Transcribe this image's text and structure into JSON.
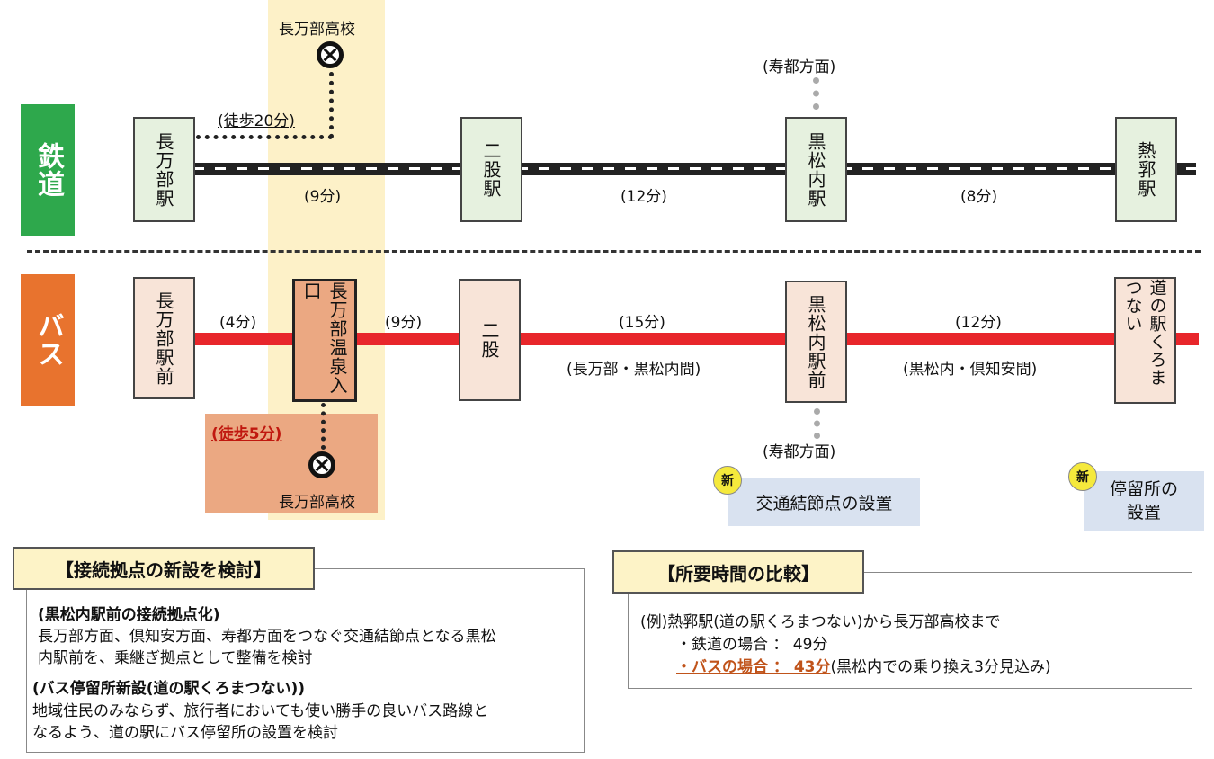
{
  "rail": {
    "category": "鉄道",
    "stations": [
      "長万部駅",
      "二股駅",
      "黒松内駅",
      "熱郛駅"
    ],
    "times": [
      "(9分)",
      "(12分)",
      "(8分)"
    ],
    "walk_label": "(徒歩20分)",
    "school_label": "長万部高校",
    "direction_label": "(寿都方面)"
  },
  "bus": {
    "category": "バス",
    "stops": [
      "長万部駅前",
      "長万部温泉入口",
      "二股",
      "黒松内駅前",
      "道の駅くろまつない"
    ],
    "times": [
      "(4分)",
      "(9分)",
      "(15分)",
      "(12分)"
    ],
    "sections": [
      "(長万部・黒松内間)",
      "(黒松内・倶知安間)"
    ],
    "walk_label": "(徒歩5分)",
    "school_label": "長万部高校",
    "direction_label": "(寿都方面)"
  },
  "new_items": {
    "badge": "新",
    "node_label": "交通結節点の設置",
    "stop_label_1": "停留所の",
    "stop_label_2": "設置"
  },
  "left_panel": {
    "title": "【接続拠点の新設を検討】",
    "h1": "(黒松内駅前の接続拠点化)",
    "p1a": "長万部方面、倶知安方面、寿都方面をつなぐ交通結節点となる黒松",
    "p1b": "内駅前を、乗継ぎ拠点として整備を検討",
    "h2": "(バス停留所新設(道の駅くろまつない))",
    "p2a": "地域住民のみならず、旅行者においても使い勝手の良いバス路線と",
    "p2b": "なるよう、道の駅にバス停留所の設置を検討"
  },
  "right_panel": {
    "title": "【所要時間の比較】",
    "example": "(例)熱郛駅(道の駅くろまつない)から長万部高校まで",
    "rail_line": "・鉄道の場合 ： 49分",
    "bus_line": "・バスの場合 ： 43分",
    "bus_note": "(黒松内での乗り換え3分見込み)"
  },
  "colors": {
    "rail_category": "#2ea84c",
    "bus_category": "#e8732e",
    "bus_line": "#e8262b",
    "highlight": "#fdf1c8",
    "walk_box": "#eba882",
    "note_text": "#c0531a"
  }
}
